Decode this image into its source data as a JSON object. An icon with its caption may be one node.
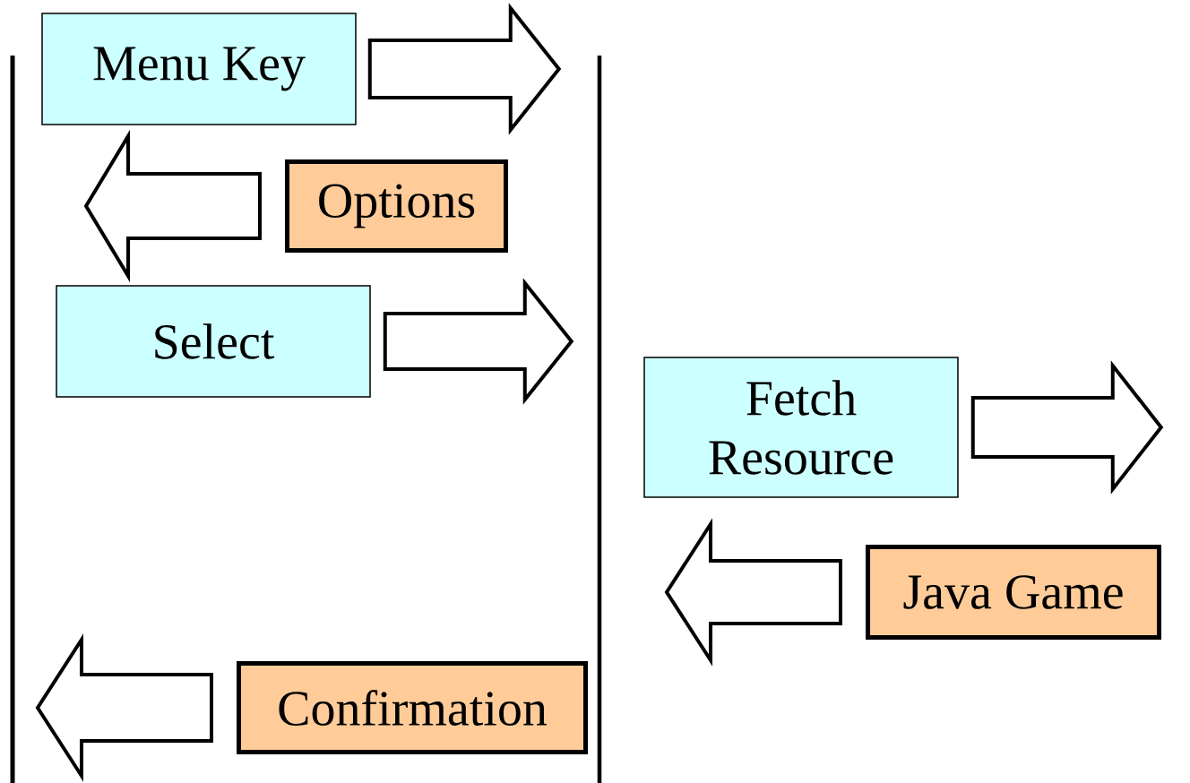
{
  "diagram": {
    "nodes": [
      {
        "text": [
          "Menu Key"
        ]
      },
      {
        "text": [
          "Options"
        ]
      },
      {
        "text": [
          "Select"
        ]
      },
      {
        "text": [
          "Fetch Resource"
        ]
      },
      {
        "text": [
          "Java Game"
        ]
      },
      {
        "text": [
          "Confirmation"
        ]
      }
    ],
    "edges": [
      {
        "from": 0,
        "to": null,
        "arrow": "to"
      },
      {
        "from": 1,
        "to": null,
        "arrow": "to"
      },
      {
        "from": 2,
        "to": null,
        "arrow": "to"
      },
      {
        "from": 3,
        "to": null,
        "arrow": "to"
      },
      {
        "from": 4,
        "to": null,
        "arrow": "to"
      },
      {
        "from": 5,
        "to": null,
        "arrow": "to"
      }
    ]
  }
}
